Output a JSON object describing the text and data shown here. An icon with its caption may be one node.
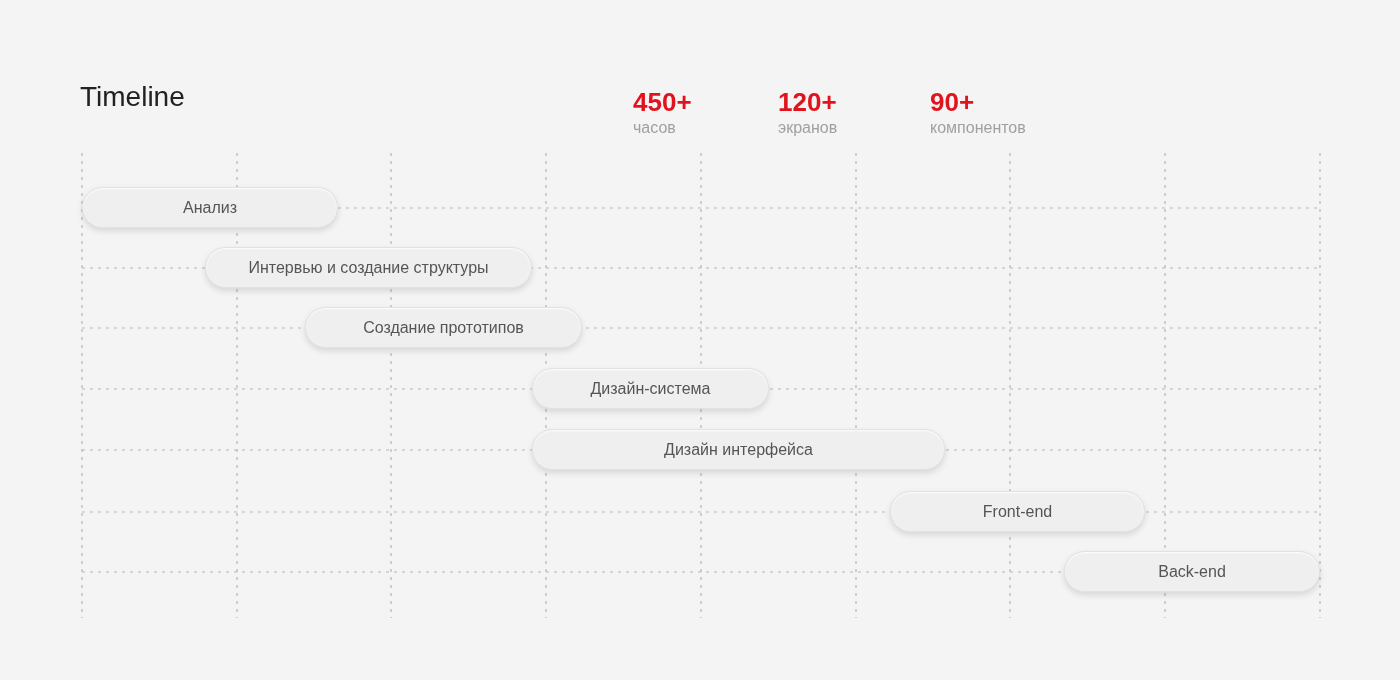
{
  "diagram": {
    "title": "Timeline",
    "nodes": [
      {
        "text": [
          "Анализ"
        ]
      },
      {
        "text": [
          "Интервью и создание структуры"
        ]
      },
      {
        "text": [
          "Создание прототипов"
        ]
      },
      {
        "text": [
          "Дизайн-система"
        ]
      },
      {
        "text": [
          "Дизайн интерфейса"
        ]
      },
      {
        "text": [
          "Front-end"
        ]
      },
      {
        "text": [
          "Back-end"
        ]
      }
    ],
    "labels": [
      "450+",
      "часов",
      "120+",
      "экранов",
      "90+",
      "компонентов"
    ]
  }
}
